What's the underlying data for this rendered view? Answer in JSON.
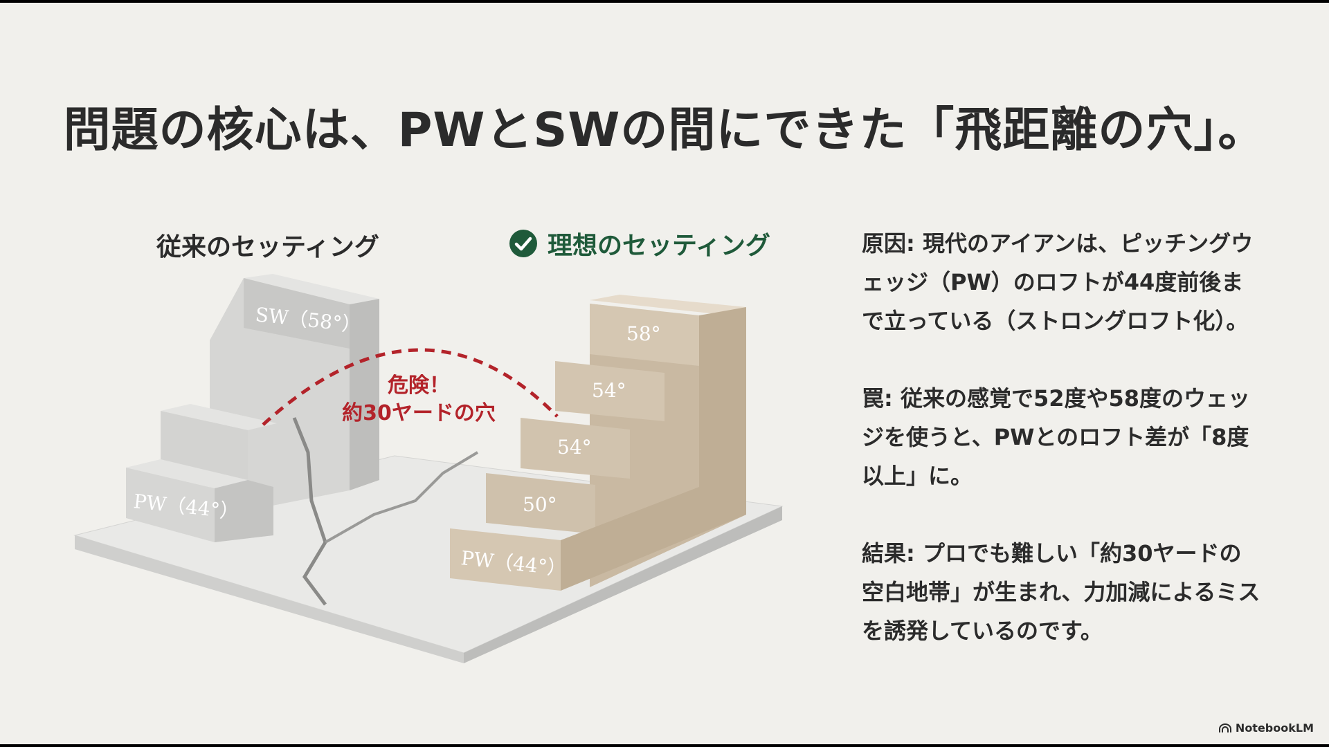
{
  "title": "問題の核心は、PWとSWの間にできた「飛距離の穴」。",
  "diagram": {
    "left_label": "従来のセッティング",
    "right_label": "理想のセッティング",
    "left_steps": [
      "SW（58°）",
      "PW（44°）"
    ],
    "right_steps": [
      "58°",
      "54°",
      "54°",
      "50°",
      "PW（44°）"
    ],
    "danger_line1": "危険！",
    "danger_line2": "約30ヤードの穴",
    "colors": {
      "accent_green": "#1f5a3a",
      "danger_red": "#b3232a",
      "stone_left": "#d2d2d0",
      "stone_right": "#d5c7b2"
    }
  },
  "explanation": [
    {
      "label": "原因:",
      "text": " 現代のアイアンは、ピッチングウェッジ（PW）のロフトが44度前後まで立っている（ストロングロフト化）。"
    },
    {
      "label": "罠:",
      "text": " 従来の感覚で52度や58度のウェッジを使うと、PWとのロフト差が「8度以上」に。"
    },
    {
      "label": "結果:",
      "text": " プロでも難しい「約30ヤードの空白地帯」が生まれ、力加減によるミスを誘発しているのです。"
    }
  ],
  "brand": "NotebookLM"
}
